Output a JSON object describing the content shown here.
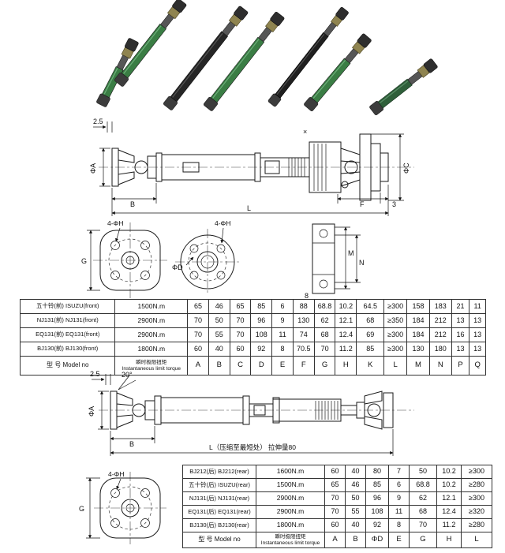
{
  "drawing1": {
    "dim_2_5": "2.5",
    "phi_a": "ΦA",
    "phi_c": "ΦC",
    "dim_b": "B",
    "dim_l": "L",
    "dim_f": "F",
    "dim_3": "3",
    "weld_mark": "×"
  },
  "flange_row1": {
    "holes1": "4-ΦH",
    "holes2": "4-ΦH",
    "dim_g": "G",
    "phi_d": "ΦD",
    "dim_m": "M",
    "dim_n": "N",
    "dim_8": "8"
  },
  "drawing2": {
    "dim_2_5": "2.5",
    "angle_20": "20°",
    "phi_a": "ΦA",
    "dim_b": "B",
    "l_note": "L（压缩至最短处）  拉伸量80"
  },
  "flange_bottom": {
    "holes": "4-ΦH",
    "dim_g": "G"
  },
  "table1": {
    "rows": [
      [
        "五十铃(前) ISUZU(front)",
        "1500N.m",
        "65",
        "46",
        "65",
        "85",
        "6",
        "88",
        "68.8",
        "10.2",
        "64.5",
        "≥300",
        "158",
        "183",
        "21",
        "11"
      ],
      [
        "NJ131(前) NJ131(front)",
        "2900N.m",
        "70",
        "50",
        "70",
        "96",
        "9",
        "130",
        "62",
        "12.1",
        "68",
        "≥350",
        "184",
        "212",
        "13",
        "13"
      ],
      [
        "EQ131(前) EQ131(front)",
        "2900N.m",
        "70",
        "55",
        "70",
        "108",
        "11",
        "74",
        "68",
        "12.4",
        "69",
        "≥300",
        "184",
        "212",
        "16",
        "13"
      ],
      [
        "BJ130(前) BJ130(front)",
        "1800N.m",
        "60",
        "40",
        "60",
        "92",
        "8",
        "70.5",
        "70",
        "11.2",
        "85",
        "≥300",
        "130",
        "180",
        "13",
        "13"
      ]
    ],
    "footer": [
      "型  号 Model no",
      "瞬时极限扭矩\nInstantaneous limit torque",
      "A",
      "B",
      "C",
      "D",
      "E",
      "F",
      "G",
      "H",
      "K",
      "L",
      "M",
      "N",
      "P",
      "Q"
    ]
  },
  "table2": {
    "rows": [
      [
        "BJ212(后) BJ212(rear)",
        "1600N.m",
        "60",
        "40",
        "80",
        "7",
        "50",
        "10.2",
        "≥300"
      ],
      [
        "五十铃(后) ISUZU(rear)",
        "1500N.m",
        "65",
        "46",
        "85",
        "6",
        "68.8",
        "10.2",
        "≥280"
      ],
      [
        "NJ131(后) NJ131(rear)",
        "2900N.m",
        "70",
        "50",
        "96",
        "9",
        "62",
        "12.1",
        "≥300"
      ],
      [
        "EQ131(后) EQ131(rear)",
        "2900N.m",
        "70",
        "55",
        "108",
        "11",
        "68",
        "12.4",
        "≥320"
      ],
      [
        "BJ130(后) BJ130(rear)",
        "1800N.m",
        "60",
        "40",
        "92",
        "8",
        "70",
        "11.2",
        "≥280"
      ]
    ],
    "footer": [
      "型  号 Model no",
      "瞬时极限扭矩\nInstantaneous limit torque",
      "A",
      "B",
      "ΦD",
      "E",
      "G",
      "H",
      "L"
    ]
  }
}
